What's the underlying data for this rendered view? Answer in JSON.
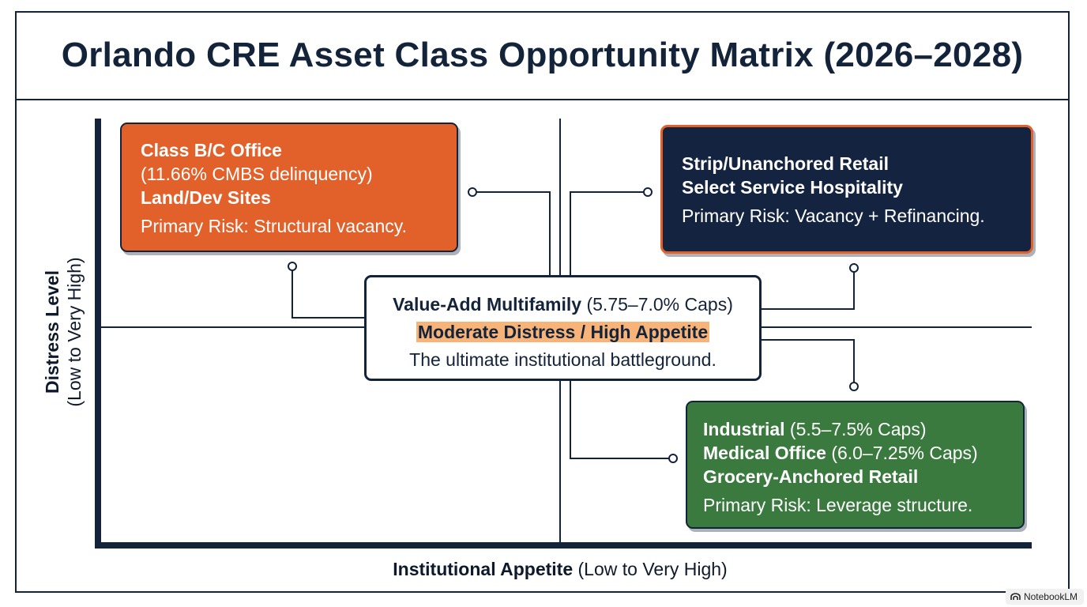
{
  "title": "Orlando CRE Asset Class Opportunity Matrix (2026–2028)",
  "axes": {
    "y": {
      "bold": "Distress Level",
      "normal": "(Low to Very High)"
    },
    "x": {
      "bold": "Institutional Appetite",
      "normal": "(Low to Very High)"
    }
  },
  "quadrants": {
    "top_left": {
      "line1": "Class B/C Office",
      "line2": "(11.66% CMBS delinquency)",
      "line3": "Land/Dev Sites",
      "risk": "Primary Risk: Structural vacancy.",
      "color": "#e2612a"
    },
    "top_right": {
      "line1": "Strip/Unanchored Retail",
      "line2": "Select Service Hospitality",
      "risk": "Primary Risk: Vacancy + Refinancing.",
      "color": "#142440"
    },
    "bottom_right": {
      "item1_bold": "Industrial",
      "item1_caps": "(5.5–7.5% Caps)",
      "item2_bold": "Medical Office",
      "item2_caps": "(6.0–7.25% Caps)",
      "item3_bold": "Grocery-Anchored Retail",
      "risk": "Primary Risk: Leverage structure.",
      "color": "#3b7a3f"
    }
  },
  "center": {
    "title_bold": "Value-Add Multifamily",
    "title_caps": "(5.75–7.0% Caps)",
    "highlight": "Moderate Distress / High Appetite",
    "tagline": "The ultimate institutional battleground.",
    "highlight_color": "#f8b478"
  },
  "brand": {
    "icon": "notebooklm-icon",
    "label": "NotebookLM"
  }
}
